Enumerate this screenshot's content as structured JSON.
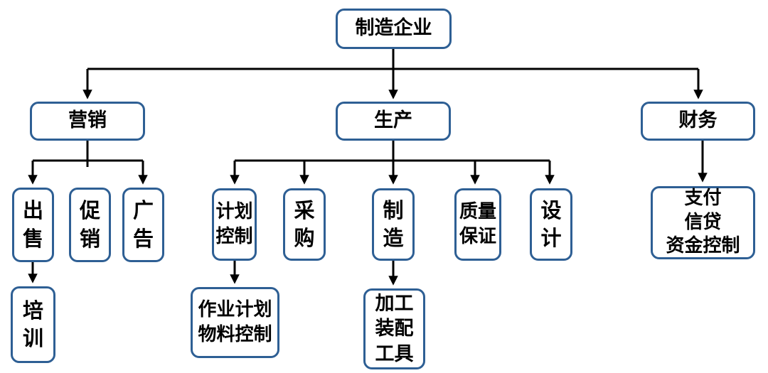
{
  "colors": {
    "box_border": "#2e5f94",
    "line": "#000000",
    "text": "#000000",
    "background": "#ffffff"
  },
  "nodes": {
    "root": {
      "label": "制造企业"
    },
    "marketing": {
      "label": "营销"
    },
    "production": {
      "label": "生产"
    },
    "finance": {
      "label": "财务"
    },
    "sales": {
      "label": "出\n售"
    },
    "promotion": {
      "label": "促\n销"
    },
    "advertising": {
      "label": "广\n告"
    },
    "planning_control": {
      "label": "计划\n控制"
    },
    "purchasing": {
      "label": "采\n购"
    },
    "manufacturing": {
      "label": "制\n造"
    },
    "quality_assurance": {
      "label": "质量\n保证"
    },
    "design": {
      "label": "设\n计"
    },
    "payment_credit_funds": {
      "label": "支付\n信贷\n资金控制"
    },
    "training": {
      "label": "培\n训"
    },
    "job_planning_material_control": {
      "label": "作业计划\n物料控制"
    },
    "processing_assembly_tools": {
      "label": "加工\n装配\n工具"
    }
  },
  "edges": [
    [
      "root",
      "marketing"
    ],
    [
      "root",
      "production"
    ],
    [
      "root",
      "finance"
    ],
    [
      "marketing",
      "sales"
    ],
    [
      "marketing",
      "promotion"
    ],
    [
      "marketing",
      "advertising"
    ],
    [
      "production",
      "planning_control"
    ],
    [
      "production",
      "purchasing"
    ],
    [
      "production",
      "manufacturing"
    ],
    [
      "production",
      "quality_assurance"
    ],
    [
      "production",
      "design"
    ],
    [
      "finance",
      "payment_credit_funds"
    ],
    [
      "sales",
      "training"
    ],
    [
      "planning_control",
      "job_planning_material_control"
    ],
    [
      "manufacturing",
      "processing_assembly_tools"
    ]
  ]
}
